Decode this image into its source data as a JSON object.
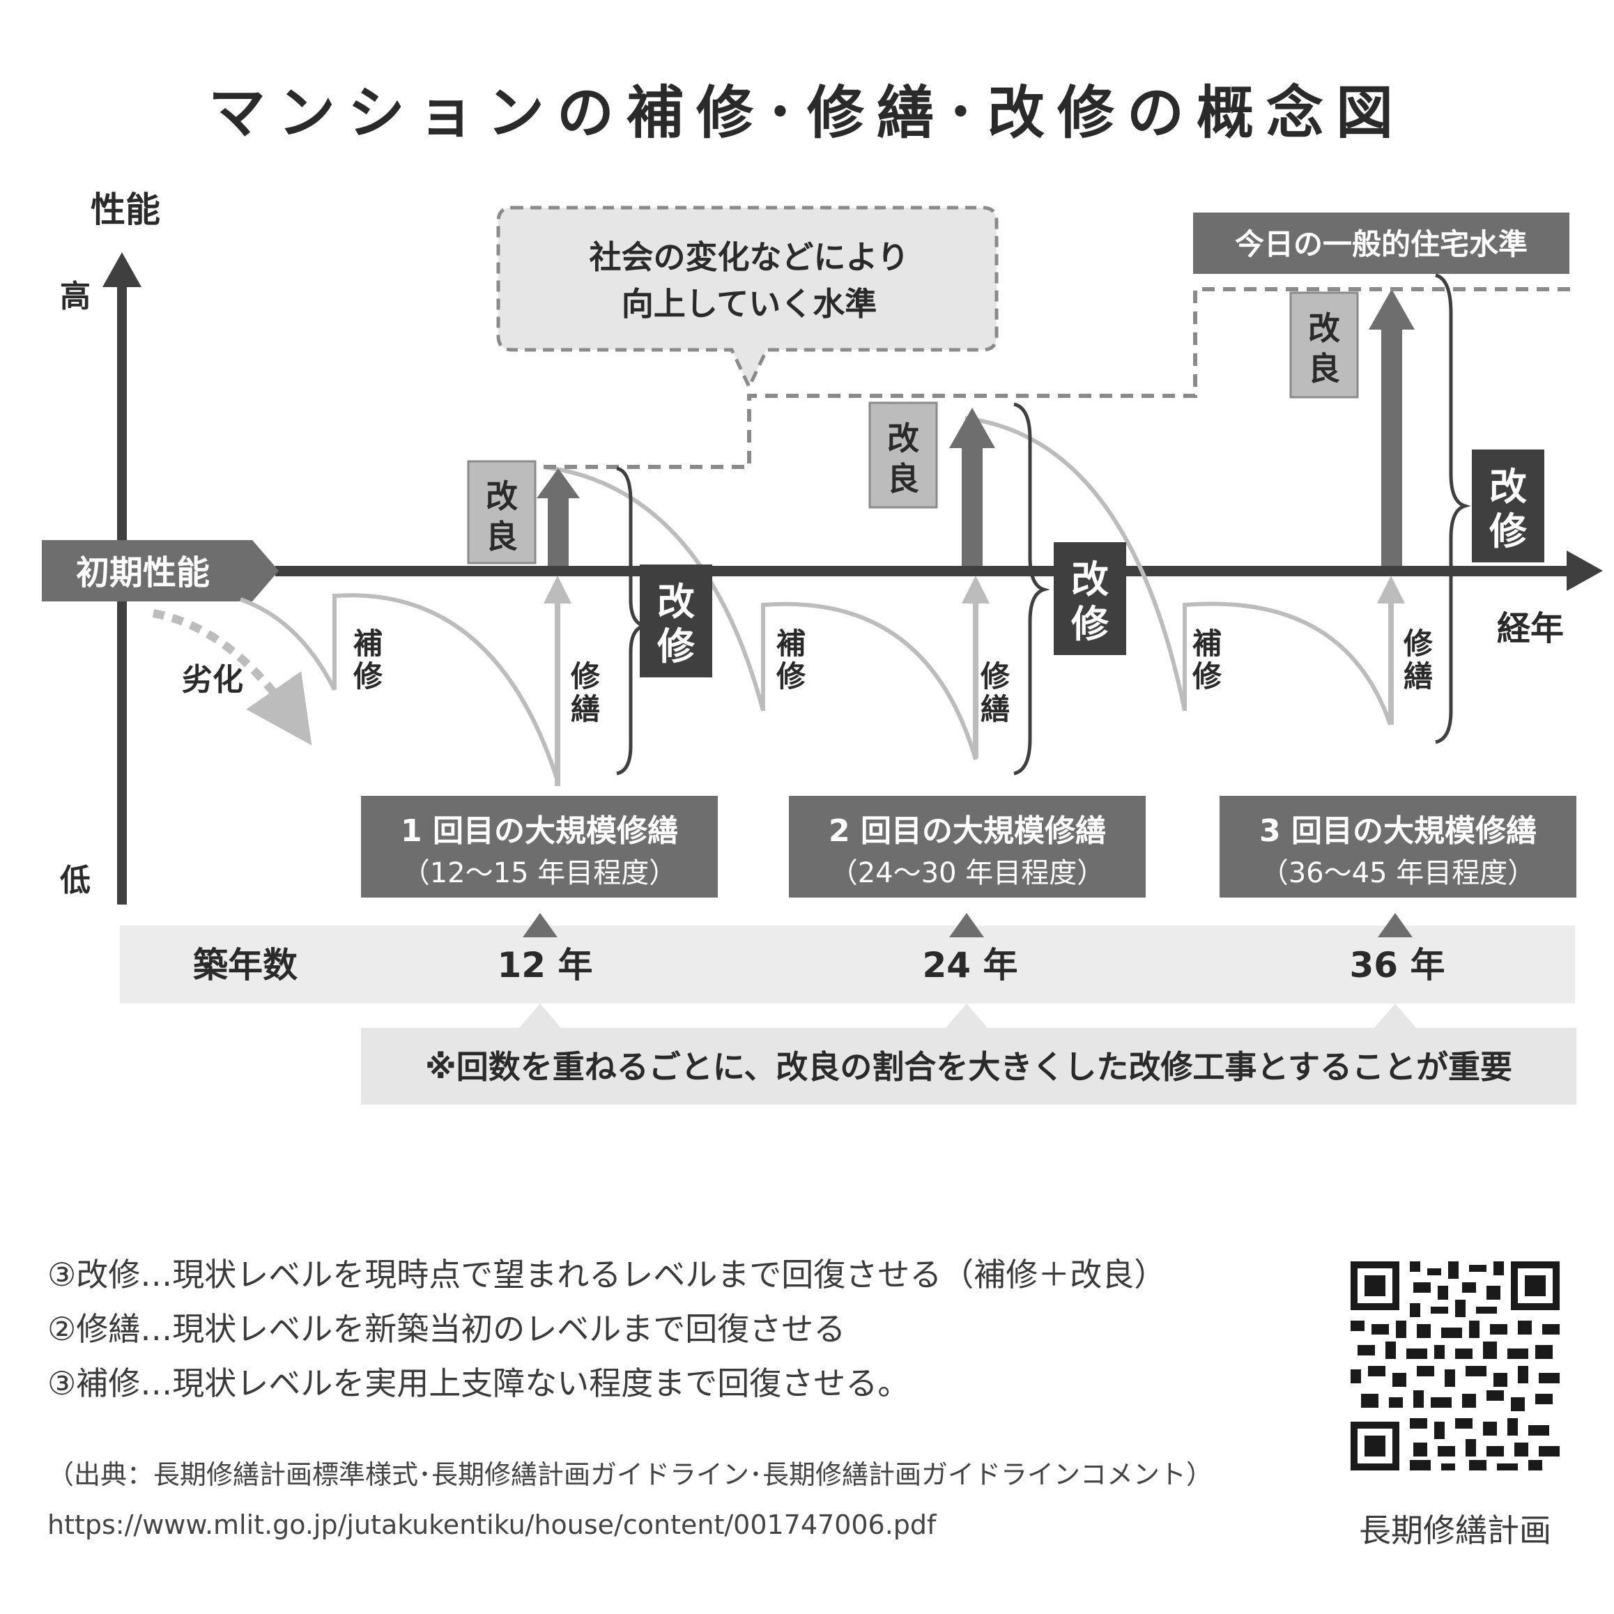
{
  "title": "マンションの補修･修繕･改修の概念図",
  "yaxis": {
    "label": "性能",
    "high": "高",
    "low": "低"
  },
  "xaxis": {
    "label": "経年"
  },
  "initial_performance": "初期性能",
  "degradation": "劣化",
  "society_callout": [
    "社会の変化などにより",
    "向上していく水準"
  ],
  "general_standard": "今日の一般的住宅水準",
  "labels": {
    "kairyo": [
      "改",
      "良"
    ],
    "kaishu": [
      "改",
      "修"
    ],
    "hoshu": [
      "補",
      "修"
    ],
    "shuzen": [
      "修",
      "繕"
    ]
  },
  "major_repairs": [
    {
      "line1": "1 回目の大規模修繕",
      "line2": "（12～15 年目程度）"
    },
    {
      "line1": "2 回目の大規模修繕",
      "line2": "（24～30 年目程度）"
    },
    {
      "line1": "3 回目の大規模修繕",
      "line2": "（36～45 年目程度）"
    }
  ],
  "building_age": {
    "label": "築年数",
    "years": [
      "12 年",
      "24 年",
      "36 年"
    ]
  },
  "note": "※回数を重ねるごとに、改良の割合を大きくした改修工事とすることが重要",
  "definitions": [
    "③改修…現状レベルを現時点で望まれるレベルまで回復させる（補修＋改良）",
    "②修繕…現状レベルを新築当初のレベルまで回復させる",
    "③補修…現状レベルを実用上支障ない程度まで回復させる。"
  ],
  "source": {
    "text": "（出典：長期修繕計画標準様式･長期修繕計画ガイドライン･長期修繕計画ガイドラインコメント）",
    "url": "https://www.mlit.go.jp/jutakukentiku/house/content/001747006.pdf"
  },
  "qr_caption": "長期修繕計画",
  "colors": {
    "dark": "#3f3f3f",
    "mid": "#6e6e6e",
    "light": "#bcbcbc",
    "pale": "#ececec",
    "callout": "#e6e6e6"
  }
}
